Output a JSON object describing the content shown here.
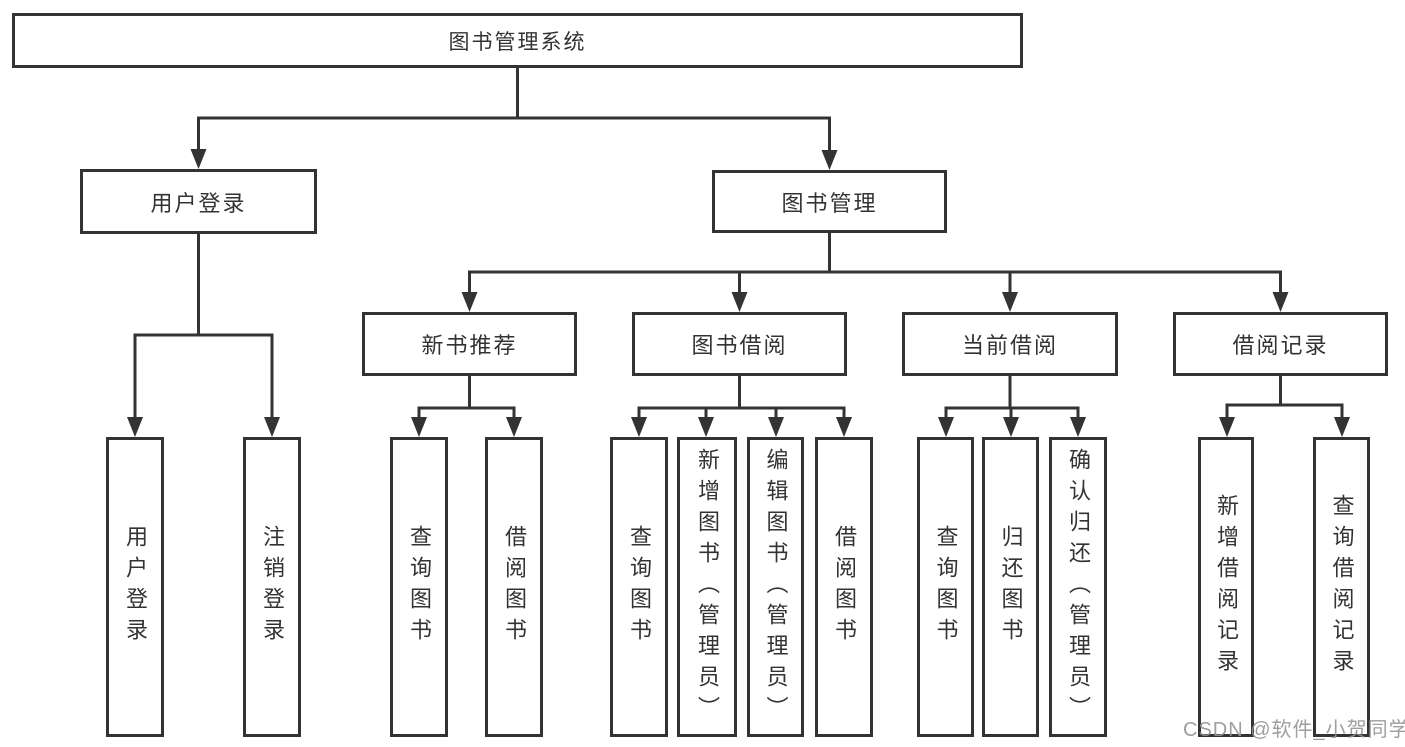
{
  "tree": {
    "label": "图书管理系统",
    "children": [
      {
        "label": "用户登录",
        "children": [
          {
            "label": "用户登录"
          },
          {
            "label": "注销登录"
          }
        ]
      },
      {
        "label": "图书管理",
        "children": [
          {
            "label": "新书推荐",
            "children": [
              {
                "label": "查询图书"
              },
              {
                "label": "借阅图书"
              }
            ]
          },
          {
            "label": "图书借阅",
            "children": [
              {
                "label": "查询图书"
              },
              {
                "label": "新增图书（管理员）"
              },
              {
                "label": "编辑图书（管理员）"
              },
              {
                "label": "借阅图书"
              }
            ]
          },
          {
            "label": "当前借阅",
            "children": [
              {
                "label": "查询图书"
              },
              {
                "label": "归还图书"
              },
              {
                "label": "确认归还（管理员）"
              }
            ]
          },
          {
            "label": "借阅记录",
            "children": [
              {
                "label": "新增借阅记录"
              },
              {
                "label": "查询借阅记录"
              }
            ]
          }
        ]
      }
    ]
  },
  "watermark": {
    "text": "CSDN @软件_小贺同学"
  },
  "colors": {
    "line": "#333333",
    "box_border": "#333333",
    "box_fill": "#ffffff",
    "text": "#333333",
    "watermark": "#949494"
  }
}
